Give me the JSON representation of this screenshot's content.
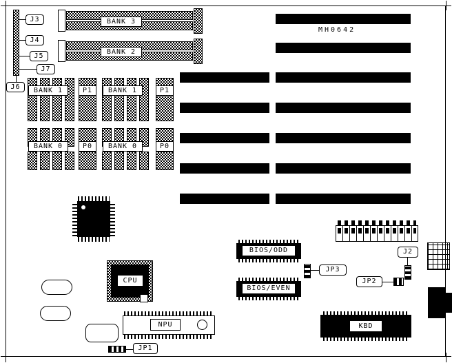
{
  "diagram": {
    "part_number": "MH0642",
    "simm_banks": [
      {
        "label": "BANK 3"
      },
      {
        "label": "BANK 2"
      }
    ],
    "ram_banks": {
      "bank1": "BANK 1",
      "bank0": "BANK 0",
      "p1": "P1",
      "p0": "P0"
    },
    "chips": {
      "cpu": "CPU",
      "npu": "NPU",
      "bios_odd": "BIOS/ODD",
      "bios_even": "BIOS/EVEN",
      "kbd": "KBD"
    },
    "jumpers": {
      "j2": "J2",
      "j3": "J3",
      "j4": "J4",
      "j5": "J5",
      "j6": "J6",
      "j7": "J7",
      "jp1": "JP1",
      "jp2": "JP2",
      "jp3": "JP3"
    }
  }
}
